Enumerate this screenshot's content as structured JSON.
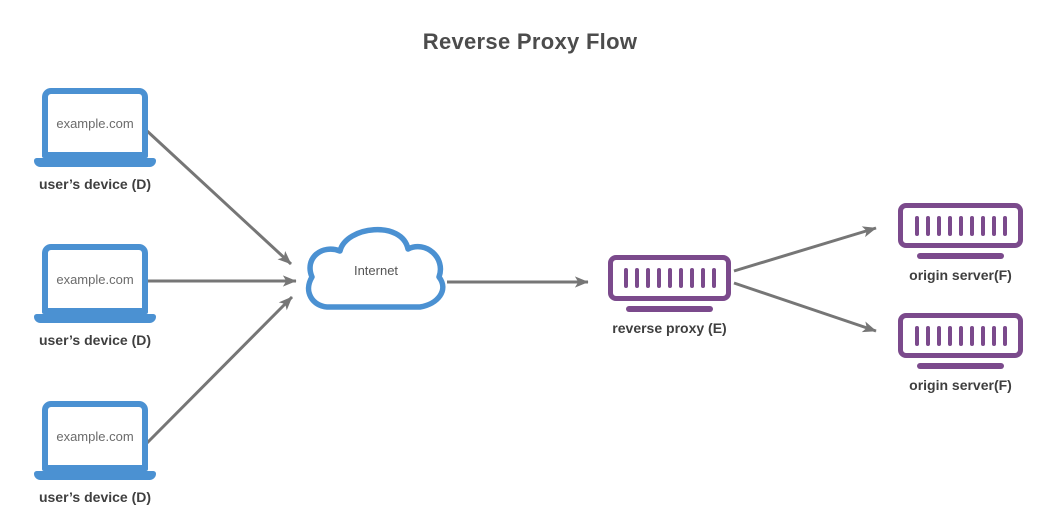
{
  "title": "Reverse Proxy Flow",
  "colors": {
    "device_blue": "#4b91d2",
    "server_purple": "#7b4a8c",
    "arrow_gray": "#767676",
    "title_gray": "#4c4c4c",
    "label_gray": "#3f3f3f"
  },
  "devices": [
    {
      "screen_text": "example.com",
      "label": "user’s device (D)"
    },
    {
      "screen_text": "example.com",
      "label": "user’s device (D)"
    },
    {
      "screen_text": "example.com",
      "label": "user’s device (D)"
    }
  ],
  "internet": {
    "label": "Internet"
  },
  "proxy": {
    "label": "reverse proxy (E)"
  },
  "origins": [
    {
      "label": "origin server(F)"
    },
    {
      "label": "origin server(F)"
    }
  ],
  "edges": [
    {
      "from": "user-device-1",
      "to": "internet"
    },
    {
      "from": "user-device-2",
      "to": "internet"
    },
    {
      "from": "user-device-3",
      "to": "internet"
    },
    {
      "from": "internet",
      "to": "reverse-proxy"
    },
    {
      "from": "reverse-proxy",
      "to": "origin-server-1"
    },
    {
      "from": "reverse-proxy",
      "to": "origin-server-2"
    }
  ]
}
